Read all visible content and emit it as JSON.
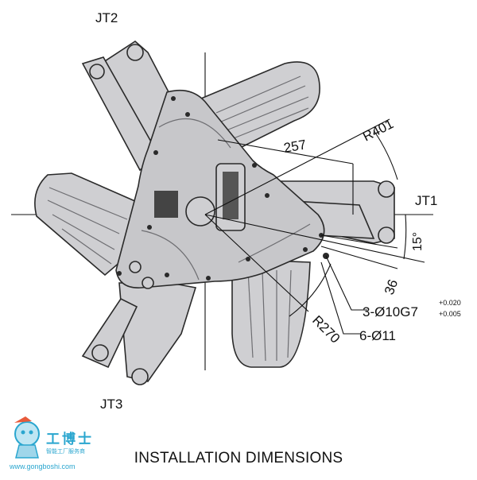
{
  "labels": {
    "jt1": "JT1",
    "jt2": "JT2",
    "jt3": "JT3",
    "r401": "R401",
    "d257": "257",
    "r270": "R270",
    "d36": "36",
    "angle15": "15°",
    "pin_holes": "3-Ø10G7",
    "tol_plus": "+0.020",
    "tol_minus": "+0.005",
    "bolt_holes": "6-Ø11"
  },
  "caption": "INSTALLATION DIMENSIONS",
  "watermark": {
    "name_cn": "工博士",
    "tagline_cn": "智能工厂服务商",
    "url": "www.gongboshi.com"
  },
  "colors": {
    "body": "#c7c7ca",
    "outline": "#2a2a2a",
    "watermark": "#2aa6cf"
  }
}
